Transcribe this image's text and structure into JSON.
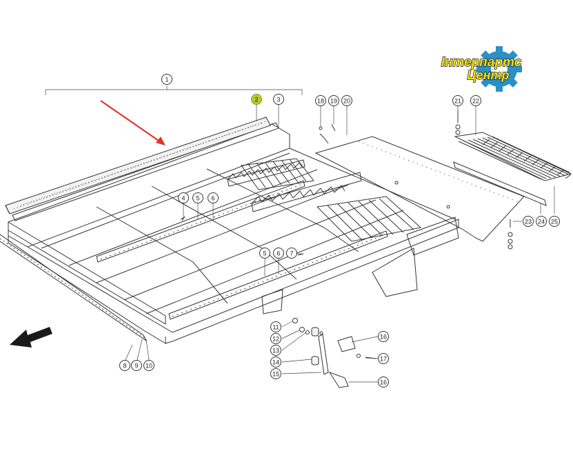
{
  "logo": {
    "line1": "Інтерпартс",
    "line2": "Центр",
    "gear_color": "#2a90c8",
    "text_color": "#f2e21a"
  },
  "annotations": {
    "arrow_color": "#e0342a",
    "highlight_color": "#b8c832"
  },
  "callouts": [
    {
      "id": "c1",
      "label": "1"
    },
    {
      "id": "c2",
      "label": "2",
      "highlight": true
    },
    {
      "id": "c3",
      "label": "3"
    },
    {
      "id": "c4",
      "label": "4"
    },
    {
      "id": "c5a",
      "label": "5"
    },
    {
      "id": "c6a",
      "label": "6"
    },
    {
      "id": "c5b",
      "label": "5"
    },
    {
      "id": "c6b",
      "label": "6"
    },
    {
      "id": "c7",
      "label": "7"
    },
    {
      "id": "c8",
      "label": "8"
    },
    {
      "id": "c9",
      "label": "9"
    },
    {
      "id": "c10",
      "label": "10"
    },
    {
      "id": "c11",
      "label": "11"
    },
    {
      "id": "c12",
      "label": "12"
    },
    {
      "id": "c13",
      "label": "13"
    },
    {
      "id": "c14",
      "label": "14"
    },
    {
      "id": "c15",
      "label": "15"
    },
    {
      "id": "c16a",
      "label": "16"
    },
    {
      "id": "c16b",
      "label": "16"
    },
    {
      "id": "c17",
      "label": "17"
    },
    {
      "id": "c18",
      "label": "18"
    },
    {
      "id": "c19",
      "label": "19"
    },
    {
      "id": "c20",
      "label": "20"
    },
    {
      "id": "c21",
      "label": "21"
    },
    {
      "id": "c22",
      "label": "22"
    },
    {
      "id": "c23",
      "label": "23"
    },
    {
      "id": "c24",
      "label": "24"
    },
    {
      "id": "c25",
      "label": "25"
    }
  ]
}
